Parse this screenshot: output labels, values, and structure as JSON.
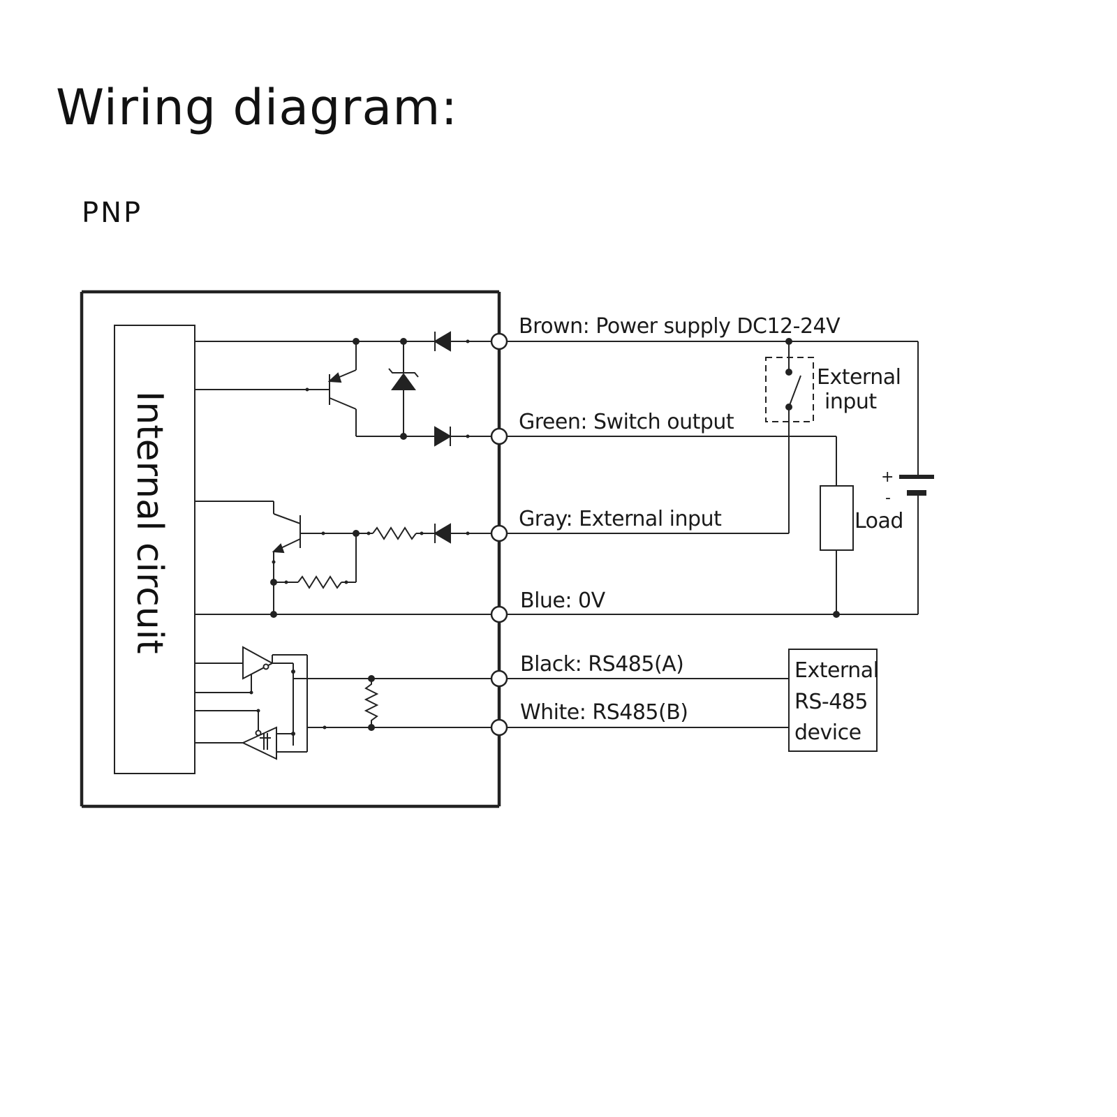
{
  "title": "Wiring diagram:",
  "subtitle": "PNP",
  "internal_block": "Internal circuit",
  "wires": {
    "brown": "Brown: Power supply DC12-24V",
    "green": "Green: Switch output",
    "gray": "Gray: External input",
    "blue": "Blue: 0V",
    "black": "Black: RS485(A)",
    "white": "White: RS485(B)"
  },
  "external_input": {
    "line1": "External",
    "line2": "input"
  },
  "load": "Load",
  "battery": {
    "plus": "+",
    "minus": "-"
  },
  "rs485_device": {
    "line1": "External",
    "line2": "RS-485",
    "line3": "device"
  }
}
